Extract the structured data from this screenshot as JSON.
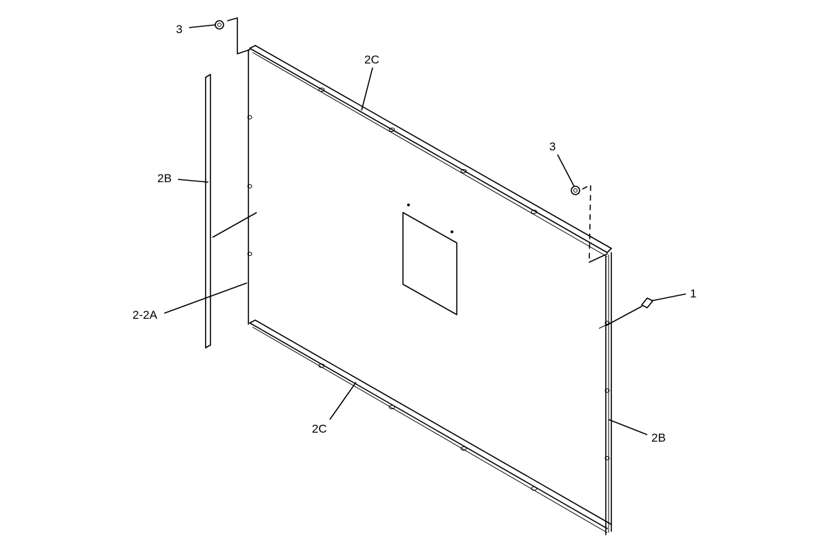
{
  "diagram": {
    "callouts": {
      "item_3_top": "3",
      "item_2c_top": "2C",
      "item_3_right": "3",
      "item_2b_left": "2B",
      "item_1": "1",
      "item_2_2a": "2-2A",
      "item_2c_bottom": "2C",
      "item_2b_right": "2B"
    }
  }
}
